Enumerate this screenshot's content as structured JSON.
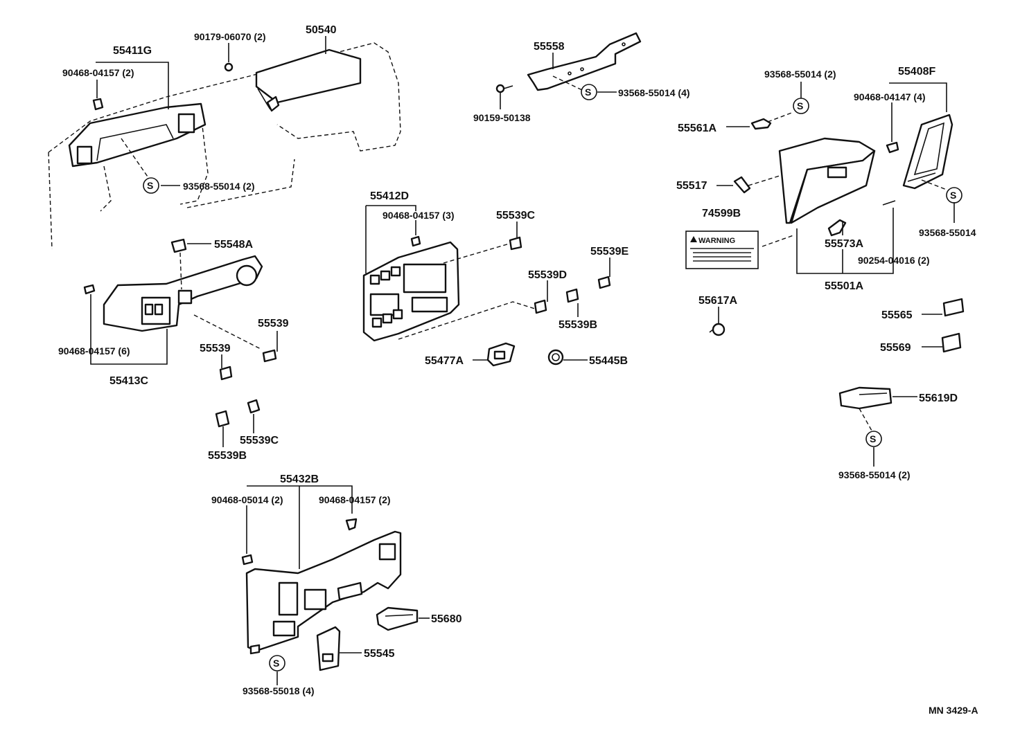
{
  "labels": {
    "p55411G": "55411G",
    "p90468_04157_2a": "90468-04157 (2)",
    "p90179_06070": "90179-06070 (2)",
    "p50540": "50540",
    "p93568_55014_2a": "93568-55014 (2)",
    "p55548A": "55548A",
    "p90468_04157_6": "90468-04157 (6)",
    "p55413C": "55413C",
    "p55539a": "55539",
    "p55539b": "55539",
    "p55539B_l": "55539B",
    "p55539C_l": "55539C",
    "p55432B": "55432B",
    "p90468_05014": "90468-05014 (2)",
    "p90468_04157_2b": "90468-04157 (2)",
    "p55680": "55680",
    "p55545": "55545",
    "p93568_55018": "93568-55018 (4)",
    "p55558": "55558",
    "p93568_55014_4": "93568-55014 (4)",
    "p90159_50138": "90159-50138",
    "p55412D": "55412D",
    "p90468_04157_3": "90468-04157 (3)",
    "p55539C_m": "55539C",
    "p55539E": "55539E",
    "p55539D": "55539D",
    "p55539B_m": "55539B",
    "p55477A": "55477A",
    "p55445B": "55445B",
    "p93568_55014_2b": "93568-55014 (2)",
    "p55408F": "55408F",
    "p90468_04147": "90468-04147 (4)",
    "p55561A": "55561A",
    "p55517": "55517",
    "p74599B": "74599B",
    "p55573A": "55573A",
    "p90254_04016": "90254-04016 (2)",
    "p55501A": "55501A",
    "p93568_55014": "93568-55014",
    "p55617A": "55617A",
    "p55565": "55565",
    "p55569": "55569",
    "p55619D": "55619D",
    "p93568_55014_2c": "93568-55014 (2)",
    "diagram_id": "MN  3429-A"
  },
  "warning_label": {
    "title": "WARNING"
  },
  "symbols": {
    "screw": "S"
  }
}
